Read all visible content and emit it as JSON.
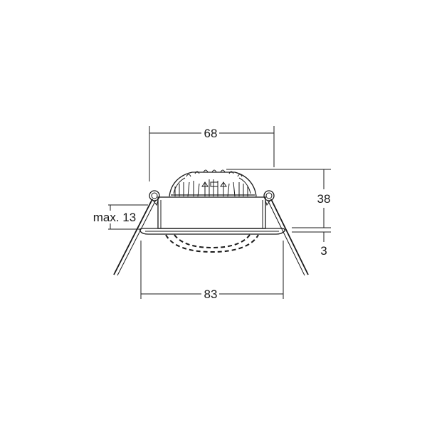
{
  "drawing": {
    "subject": "recessed downlight dimension drawing",
    "line_color": "#1a1a1a",
    "background": "#ffffff"
  },
  "dimensions": {
    "top_width": {
      "label": "68"
    },
    "bottom_width": {
      "label": "83"
    },
    "height": {
      "label": "38"
    },
    "bezel_offset": {
      "label": "3"
    },
    "ceiling_thickness": {
      "label": "max. 13"
    }
  }
}
